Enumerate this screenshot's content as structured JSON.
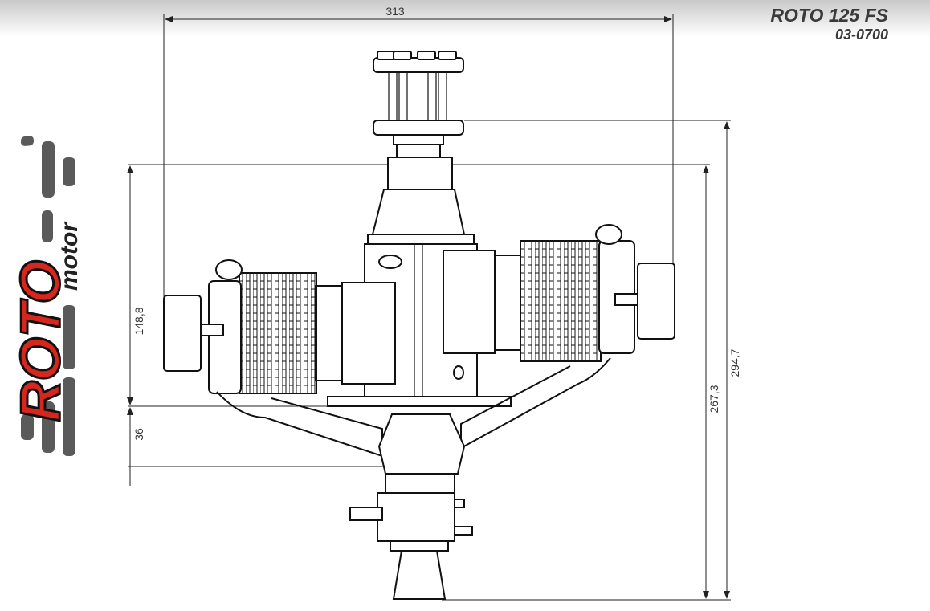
{
  "header": {
    "model": "ROTO 125 FS",
    "code": "03-0700"
  },
  "logo": {
    "brand": "ROTO",
    "sub": "motor",
    "brand_color": "#d7261e",
    "stripe_color": "#5a5a5a"
  },
  "dimensions": {
    "width": "313",
    "height_total": "294,7",
    "height_mount": "267,3",
    "height_axis": "148,8",
    "height_offset": "36"
  }
}
